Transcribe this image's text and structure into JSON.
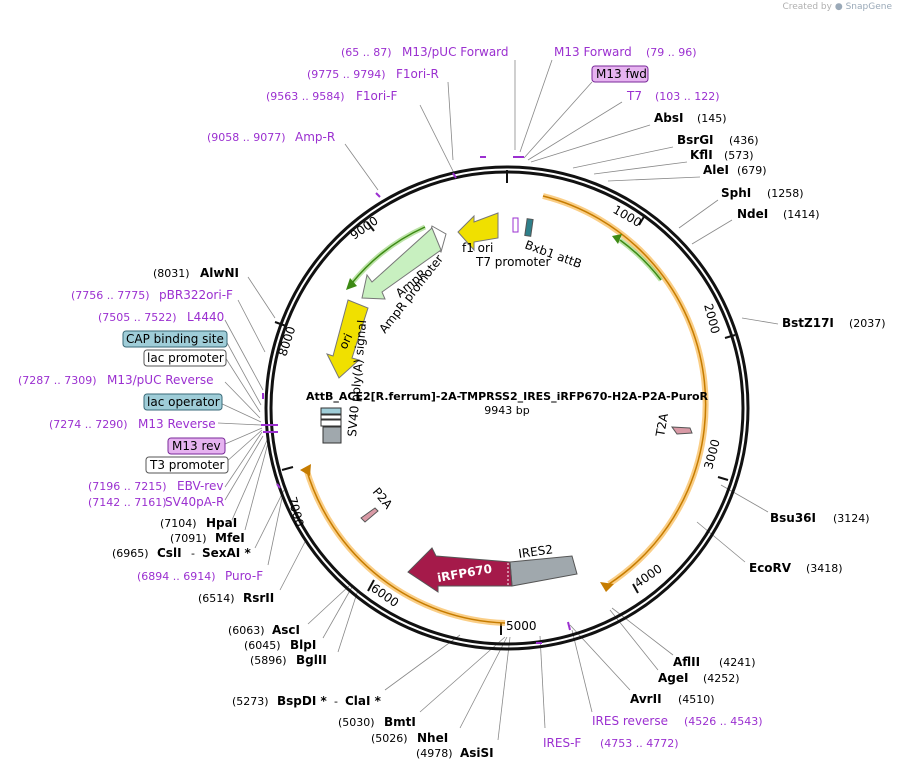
{
  "watermark": {
    "prefix": "Created by",
    "brand": "SnapGene"
  },
  "plasmid": {
    "name": "AttB_ACE2[R.ferrum]-2A-TMPRSS2_IRES_iRFP670-H2A-P2A-PuroR",
    "size": "9943 bp"
  },
  "ticks": [
    "1000",
    "2000",
    "3000",
    "4000",
    "5000",
    "6000",
    "7000",
    "8000",
    "9000"
  ],
  "features": {
    "f1ori": "f1 ori",
    "t7promoter": "T7 promoter",
    "bxb1": "Bxb1 attB",
    "ampr": "AmpR",
    "amprPromoter": "AmpR promoter",
    "ori": "ori",
    "sv40": "SV40 poly(A) signal",
    "t2a": "T2A",
    "p2a": "P2A",
    "ires2": "IRES2",
    "irfp670": "iRFP670"
  },
  "enzymes": {
    "absi": {
      "name": "AbsI",
      "pos": "(145)"
    },
    "bsrgi": {
      "name": "BsrGI",
      "pos": "(436)"
    },
    "kfli": {
      "name": "KflI",
      "pos": "(573)"
    },
    "alei": {
      "name": "AleI",
      "pos": "(679)"
    },
    "sphi": {
      "name": "SphI",
      "pos": "(1258)"
    },
    "ndei": {
      "name": "NdeI",
      "pos": "(1414)"
    },
    "bstz17i": {
      "name": "BstZ17I",
      "pos": "(2037)"
    },
    "bsu36i": {
      "name": "Bsu36I",
      "pos": "(3124)"
    },
    "ecorv": {
      "name": "EcoRV",
      "pos": "(3418)"
    },
    "aflii": {
      "name": "AflII",
      "pos": "(4241)"
    },
    "agei": {
      "name": "AgeI",
      "pos": "(4252)"
    },
    "avrii": {
      "name": "AvrII",
      "pos": "(4510)"
    },
    "asisi": {
      "name": "AsiSI",
      "pos": "(4978)"
    },
    "nhei": {
      "name": "NheI",
      "pos": "(5026)"
    },
    "bmti": {
      "name": "BmtI",
      "pos": "(5030)"
    },
    "bspdi": {
      "name": "BspDI *",
      "sep": "-",
      "name2": "ClaI *",
      "pos": "(5273)"
    },
    "bglii": {
      "name": "BglII",
      "pos": "(5896)"
    },
    "blpi": {
      "name": "BlpI",
      "pos": "(6045)"
    },
    "asci": {
      "name": "AscI",
      "pos": "(6063)"
    },
    "rsrii": {
      "name": "RsrII",
      "pos": "(6514)"
    },
    "csli": {
      "name": "CslI",
      "sep": "-",
      "name2": "SexAI *",
      "pos": "(6965)"
    },
    "mfei": {
      "name": "MfeI",
      "pos": "(7091)"
    },
    "hpai": {
      "name": "HpaI",
      "pos": "(7104)"
    },
    "alwni": {
      "name": "AlwNI",
      "pos": "(8031)"
    }
  },
  "primers": {
    "m13puc_fwd": {
      "range": "(65 .. 87)",
      "name": "M13/pUC Forward"
    },
    "m13_forward": {
      "name": "M13 Forward",
      "range": "(79 .. 96)"
    },
    "f1ori_r": {
      "range": "(9775 .. 9794)",
      "name": "F1ori-R"
    },
    "t7": {
      "name": "T7",
      "range": "(103 .. 122)"
    },
    "f1ori_f": {
      "range": "(9563 .. 9584)",
      "name": "F1ori-F"
    },
    "amp_r": {
      "range": "(9058 .. 9077)",
      "name": "Amp-R"
    },
    "pbr322ori_f": {
      "range": "(7756 .. 7775)",
      "name": "pBR322ori-F"
    },
    "l4440": {
      "range": "(7505 .. 7522)",
      "name": "L4440"
    },
    "m13puc_rev": {
      "range": "(7287 .. 7309)",
      "name": "M13/pUC Reverse"
    },
    "m13_reverse": {
      "range": "(7274 .. 7290)",
      "name": "M13 Reverse"
    },
    "ebv_rev": {
      "range": "(7196 .. 7215)",
      "name": "EBV-rev"
    },
    "sv40pa_r": {
      "range": "(7142 .. 7161)",
      "name": "SV40pA-R"
    },
    "puro_f": {
      "range": "(6894 .. 6914)",
      "name": "Puro-F"
    },
    "ires_reverse": {
      "name": "IRES reverse",
      "range": "(4526 .. 4543)"
    },
    "ires_f": {
      "name": "IRES-F",
      "range": "(4753 .. 4772)"
    }
  },
  "boxes": {
    "m13fwd": "M13 fwd",
    "cap": "CAP binding site",
    "lacpromoter": "lac promoter",
    "lacoperator": "lac operator",
    "m13rev": "M13 rev",
    "t3promoter": "T3 promoter"
  },
  "colors": {
    "primer": "#9b30d0",
    "primerBoxFill": "#e6b3f0",
    "blueBoxFill": "#9fcdd8",
    "orangeArc": "#f5a623",
    "greenArc": "#4a9a1a",
    "iRFP670": "#a51a4a",
    "ires2": "#a0a8ad",
    "ori": "#f0e000",
    "ampr": "#c8f0c0",
    "t2a": "#d99aa6",
    "bxb1": "#2e7f8a"
  }
}
